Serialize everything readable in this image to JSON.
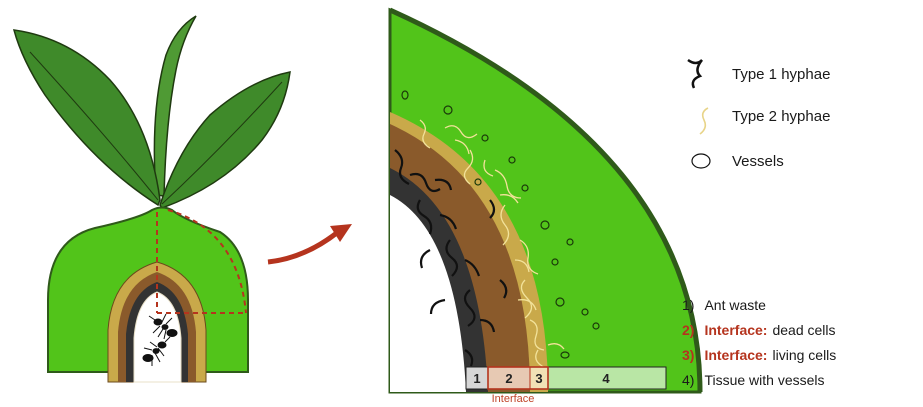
{
  "legend": {
    "type1": "Type 1 hyphae",
    "type2": "Type 2 hyphae",
    "vessels": "Vessels"
  },
  "zones_list": [
    {
      "num": "1)",
      "accent": "",
      "text": "Ant waste"
    },
    {
      "num": "2)",
      "accent": "Interface:",
      "text": "dead cells"
    },
    {
      "num": "3)",
      "accent": "Interface:",
      "text": "living cells"
    },
    {
      "num": "4)",
      "accent": "",
      "text": "Tissue with vessels"
    }
  ],
  "zone_bar": {
    "labels": [
      "1",
      "2",
      "3",
      "4"
    ],
    "caption": "Interface"
  },
  "colors": {
    "tissue_green": "#52c41a",
    "leaf_green": "#3f8a2a",
    "dark_outline": "#2f5a1a",
    "brown": "#8a5a2b",
    "tan": "#c9a94a",
    "ant_waste": "#333333",
    "accent_red": "#b5341e",
    "hyphae_type2": "#f2e29a"
  }
}
